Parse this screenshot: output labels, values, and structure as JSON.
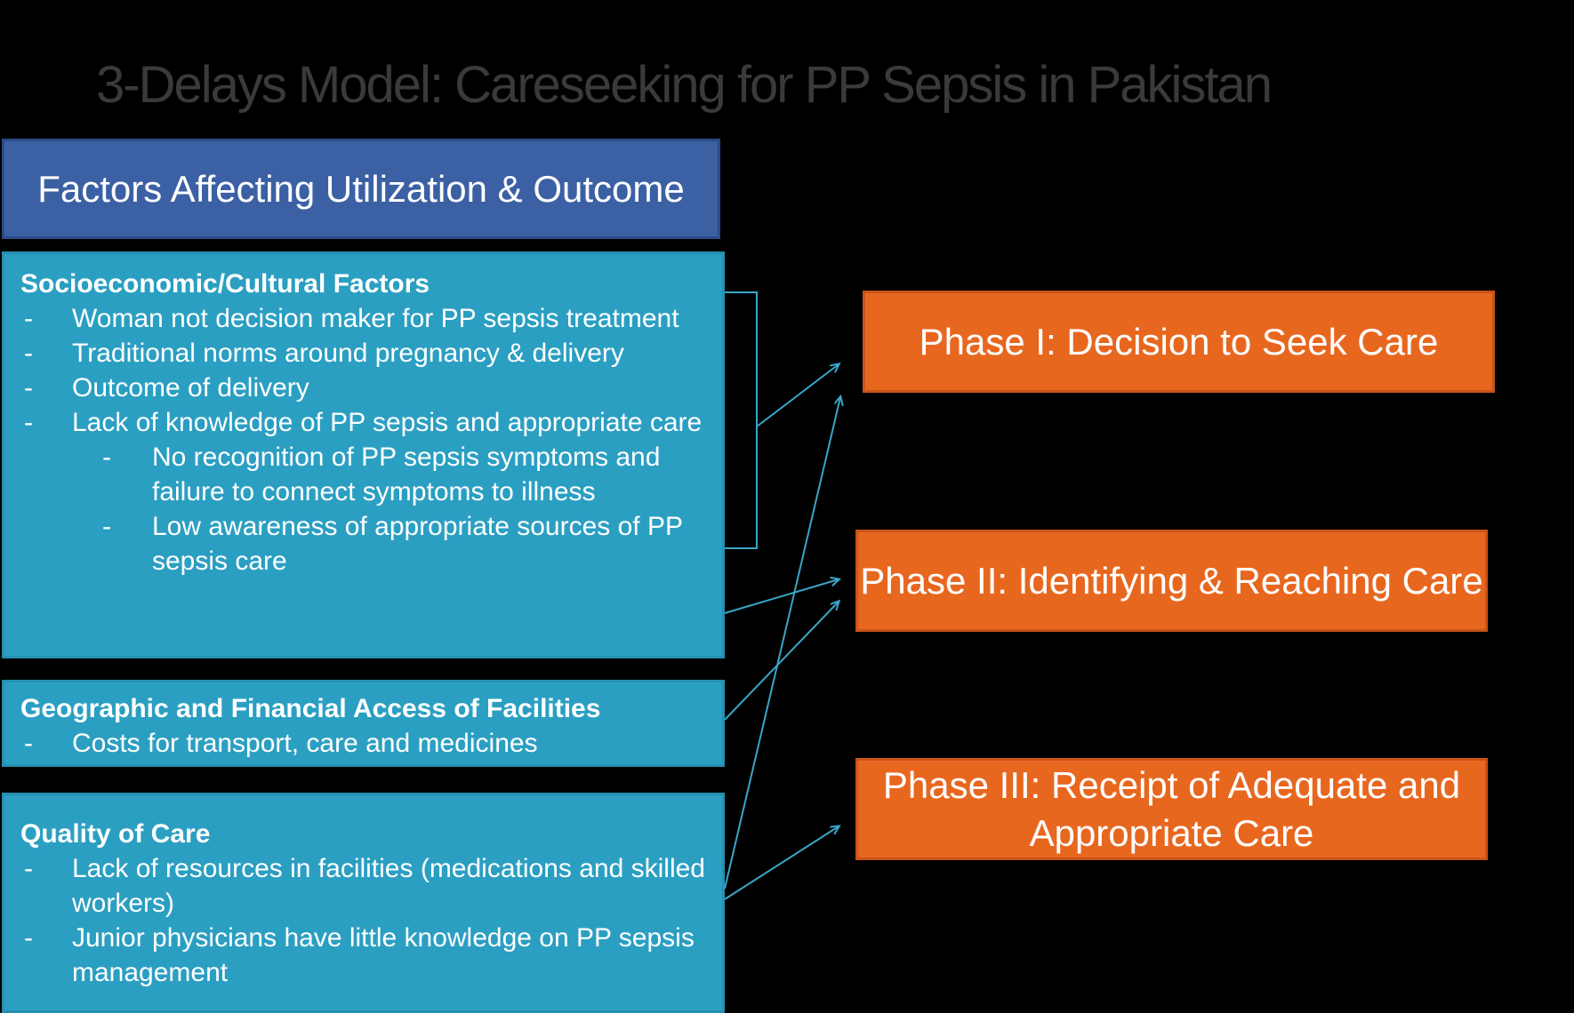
{
  "title": "3-Delays Model: Careseeking for PP Sepsis in Pakistan",
  "header": "Factors Affecting Utilization & Outcome",
  "socio": {
    "heading": "Socioeconomic/Cultural Factors",
    "items": [
      "Woman not decision maker for PP sepsis treatment",
      "Traditional norms around pregnancy & delivery",
      "Outcome of delivery",
      "Lack of knowledge of PP sepsis and appropriate care"
    ],
    "subitems": [
      "No recognition of PP sepsis symptoms and failure to connect symptoms to illness",
      "Low awareness of appropriate sources of PP sepsis care"
    ]
  },
  "geo": {
    "heading": "Geographic and Financial Access of Facilities",
    "items": [
      "Costs for transport, care and medicines"
    ]
  },
  "quality": {
    "heading": "Quality of Care",
    "items": [
      "Lack of resources in facilities (medications and skilled workers)",
      "Junior physicians have little knowledge on PP sepsis management"
    ]
  },
  "phases": [
    "Phase I: Decision to Seek Care",
    "Phase II: Identifying & Reaching Care",
    "Phase III: Receipt of Adequate and Appropriate Care"
  ],
  "colors": {
    "background": "#000000",
    "header_box": "#3b60a4",
    "factor_box": "#2b9fc2",
    "phase_box": "#e8671f",
    "connector": "#3aa6c6",
    "title_text": "#3a3a3a"
  }
}
